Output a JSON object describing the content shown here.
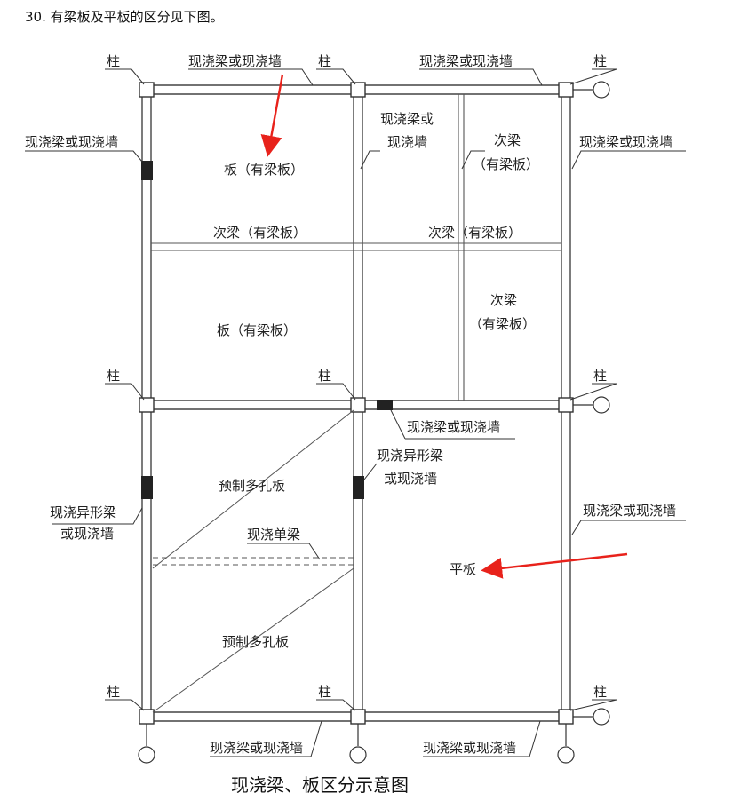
{
  "heading": "30. 有梁板及平板的区分见下图。",
  "caption": "现浇梁、板区分示意图",
  "colors": {
    "line": "#444444",
    "arrow": "#e8221b",
    "fill": "#222222"
  },
  "labels": {
    "col_a": "柱",
    "col_b": "柱",
    "col_c": "柱",
    "col_d": "柱",
    "col_e": "柱",
    "col_f": "柱",
    "col_g": "柱",
    "col_h": "柱",
    "col_i": "柱",
    "top_left_beam": "现浇梁或现浇墙",
    "top_right_beam": "现浇梁或现浇墙",
    "left_wall": "现浇梁或现浇墙",
    "right_wall": "现浇梁或现浇墙",
    "mid_beam_1": "现浇梁或",
    "mid_beam_2": "现浇墙",
    "sec_beam_a1": "次梁",
    "sec_beam_a2": "（有梁板）",
    "sec_beam_b": "次梁（有梁板）",
    "sec_beam_c": "次梁（有梁板）",
    "sec_beam_d1": "次梁",
    "sec_beam_d2": "（有梁板）",
    "slab_1": "板（有梁板）",
    "slab_2": "板（有梁板）",
    "mid_h_beam": "现浇梁或现浇墙",
    "shaped_beam_r1": "现浇异形梁",
    "shaped_beam_r2": "或现浇墙",
    "shaped_beam_l1": "现浇异形梁",
    "shaped_beam_l2": "或现浇墙",
    "precast_1": "预制多孔板",
    "precast_2": "预制多孔板",
    "single_beam": "现浇单梁",
    "flat_slab": "平板",
    "right_wall_lower": "现浇梁或现浇墙",
    "bottom_beam_left": "现浇梁或现浇墙",
    "bottom_beam_right": "现浇梁或现浇墙"
  }
}
